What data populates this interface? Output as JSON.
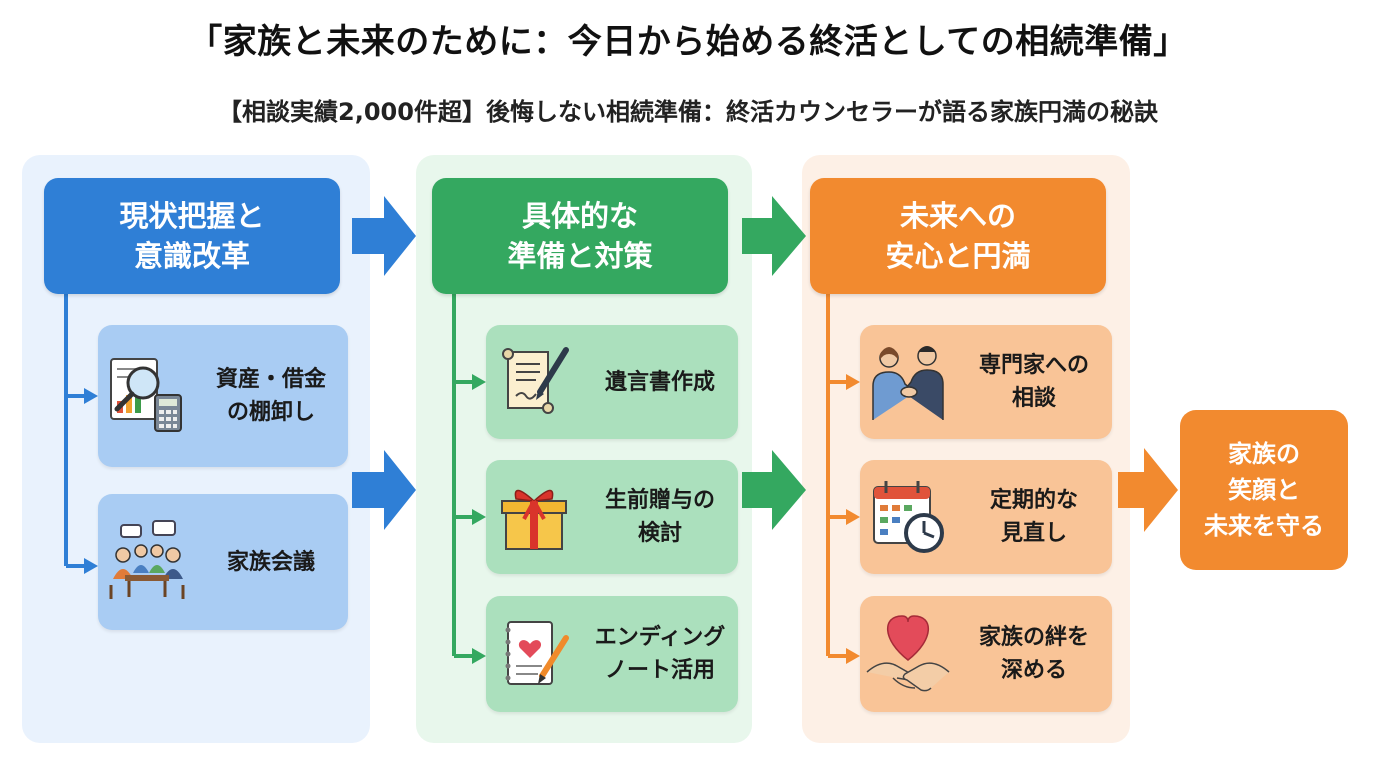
{
  "title": "「家族と未来のために：今日から始める終活としての相続準備」",
  "subtitle": "【相談実績2,000件超】後悔しない相続準備：終活カウンセラーが語る家族円満の秘訣",
  "colors": {
    "stage1": "#2f7fd6",
    "stage2": "#34a860",
    "stage3": "#f28a2f",
    "stage1_card": "#a9ccf3",
    "stage2_card": "#abe0bd",
    "stage3_card": "#f9c497"
  },
  "stages": [
    {
      "header": "現状把握と\n意識改革",
      "items": [
        {
          "label": "資産・借金\nの棚卸し",
          "icon": "document-magnifier-calculator-icon"
        },
        {
          "label": "家族会議",
          "icon": "family-meeting-icon"
        }
      ]
    },
    {
      "header": "具体的な\n準備と対策",
      "items": [
        {
          "label": "遺言書作成",
          "icon": "scroll-pen-icon"
        },
        {
          "label": "生前贈与の\n検討",
          "icon": "gift-box-icon"
        },
        {
          "label": "エンディング\nノート活用",
          "icon": "notebook-heart-icon"
        }
      ]
    },
    {
      "header": "未来への\n安心と円満",
      "items": [
        {
          "label": "専門家への\n相談",
          "icon": "handshake-people-icon"
        },
        {
          "label": "定期的な\n見直し",
          "icon": "calendar-clock-icon"
        },
        {
          "label": "家族の絆を\n深める",
          "icon": "heart-hands-icon"
        }
      ]
    }
  ],
  "final": "家族の\n笑顔と\n未来を守る"
}
